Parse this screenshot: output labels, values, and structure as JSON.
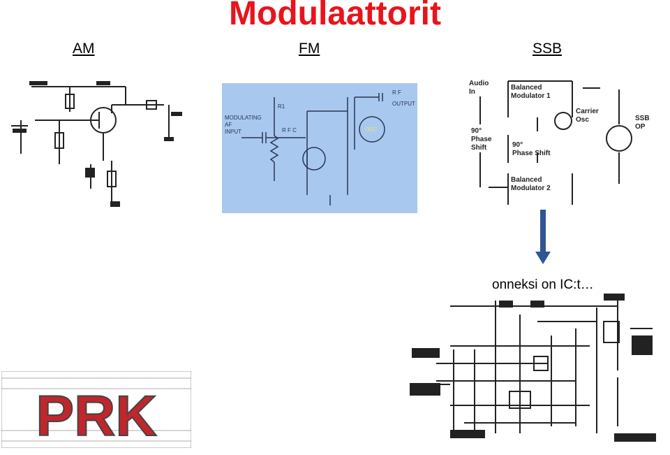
{
  "title": "Modulaattorit",
  "labels": {
    "am": "AM",
    "fm": "FM",
    "ssb": "SSB"
  },
  "note": "onneksi on IC:t…",
  "colors": {
    "title": "#e8141c",
    "fm_panel": "#a8c8f0",
    "arrow": "#2f5597",
    "logo": "#c0262c"
  },
  "fm_circuit": {
    "modulating_input": [
      "MODULATING",
      "AF",
      "INPUT"
    ],
    "rf_output": [
      "R F",
      "OUTPUT"
    ],
    "osc": "OSC",
    "rfc": "R F C",
    "r": "R1"
  },
  "ssb_diagram": {
    "audio_in": [
      "Audio",
      "In"
    ],
    "balanced_mod_1": [
      "Balanced",
      "Modulator 1"
    ],
    "balanced_mod_2": [
      "Balanced",
      "Modulator 2"
    ],
    "phase_shift_left": [
      "90°",
      "Phase",
      "Shift"
    ],
    "phase_shift_mid": [
      "90°",
      "Phase Shift"
    ],
    "carrier_osc": [
      "Carrier",
      "Osc"
    ],
    "ssb_out": [
      "SSB",
      "OP"
    ]
  },
  "logo": "PRK"
}
